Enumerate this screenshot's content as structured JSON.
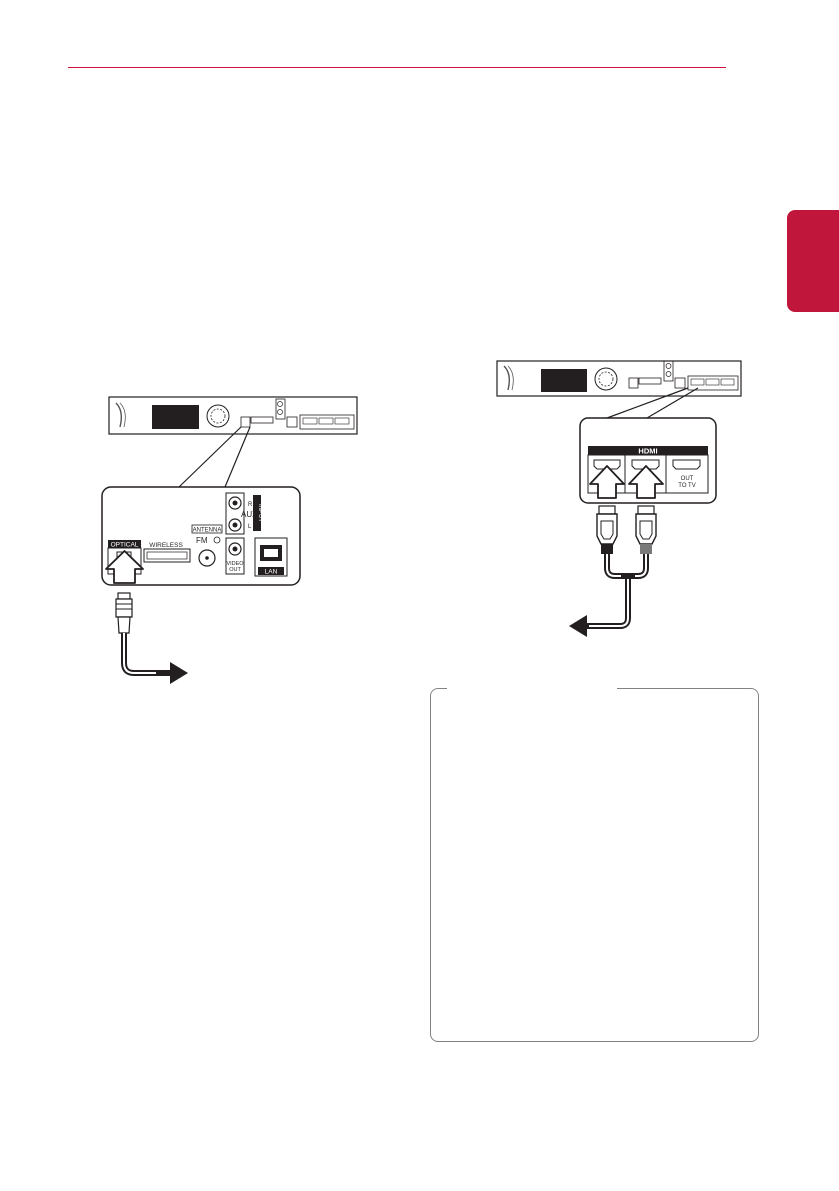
{
  "page": {
    "accent_color": "#d0103a",
    "tab_color": "#c1163c"
  },
  "optical_figure": {
    "panel_labels": {
      "optical": "OPTICAL",
      "wireless": "WIRELESS",
      "antenna": "ANTENNA",
      "fm": "FM",
      "aux": "AUX",
      "input": "INPUT",
      "r": "R",
      "l": "L",
      "video": "VIDEO",
      "out": "OUT",
      "lan": "LAN"
    }
  },
  "hdmi_figure": {
    "panel_labels": {
      "hdmi": "HDMI",
      "out": "OUT",
      "to_tv": "TO TV"
    }
  },
  "note_box": {}
}
